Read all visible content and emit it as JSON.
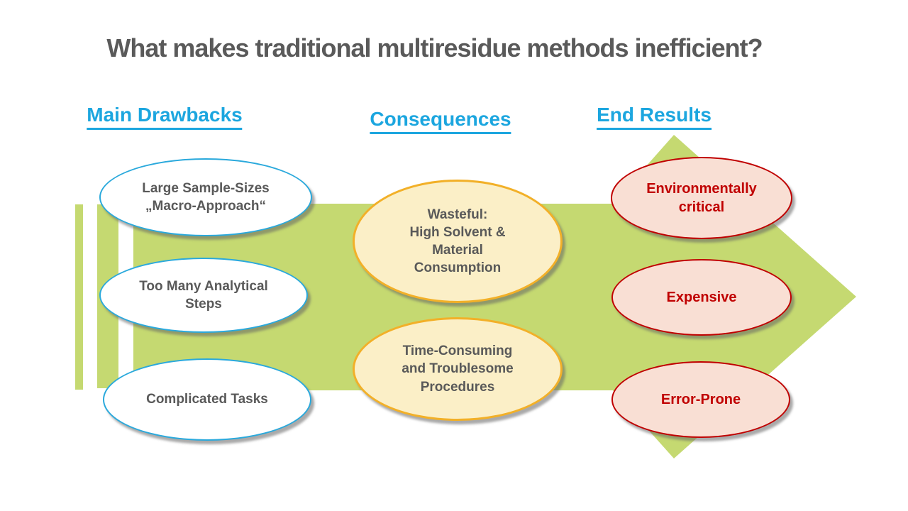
{
  "slide": {
    "title": "What makes traditional multiresidue methods inefficient?"
  },
  "columns": [
    {
      "header": "Main Drawbacks",
      "items": [
        {
          "text": "Large Sample-Sizes\n„Macro-Approach“"
        },
        {
          "text": "Too Many Analytical\nSteps"
        },
        {
          "text": "Complicated Tasks"
        }
      ]
    },
    {
      "header": "Consequences",
      "items": [
        {
          "text": "Wasteful:\nHigh Solvent &\nMaterial\nConsumption"
        },
        {
          "text": "Time-Consuming\nand Troublesome\nProcedures"
        }
      ]
    },
    {
      "header": "End Results",
      "items": [
        {
          "text": "Environmentally\ncritical"
        },
        {
          "text": "Expensive"
        },
        {
          "text": "Error-Prone"
        }
      ]
    }
  ],
  "colors": {
    "title_gray": "#5A5A5A",
    "header_cyan": "#1CA6DF",
    "arrow_green": "#C5D971",
    "white_ellipse_border": "#2AA9DC",
    "white_ellipse_text": "#595959",
    "yellow_ellipse_fill": "#FBEFC7",
    "yellow_ellipse_border": "#F2B028",
    "pink_ellipse_fill": "#F9DFD4",
    "red_accent": "#C00000"
  }
}
